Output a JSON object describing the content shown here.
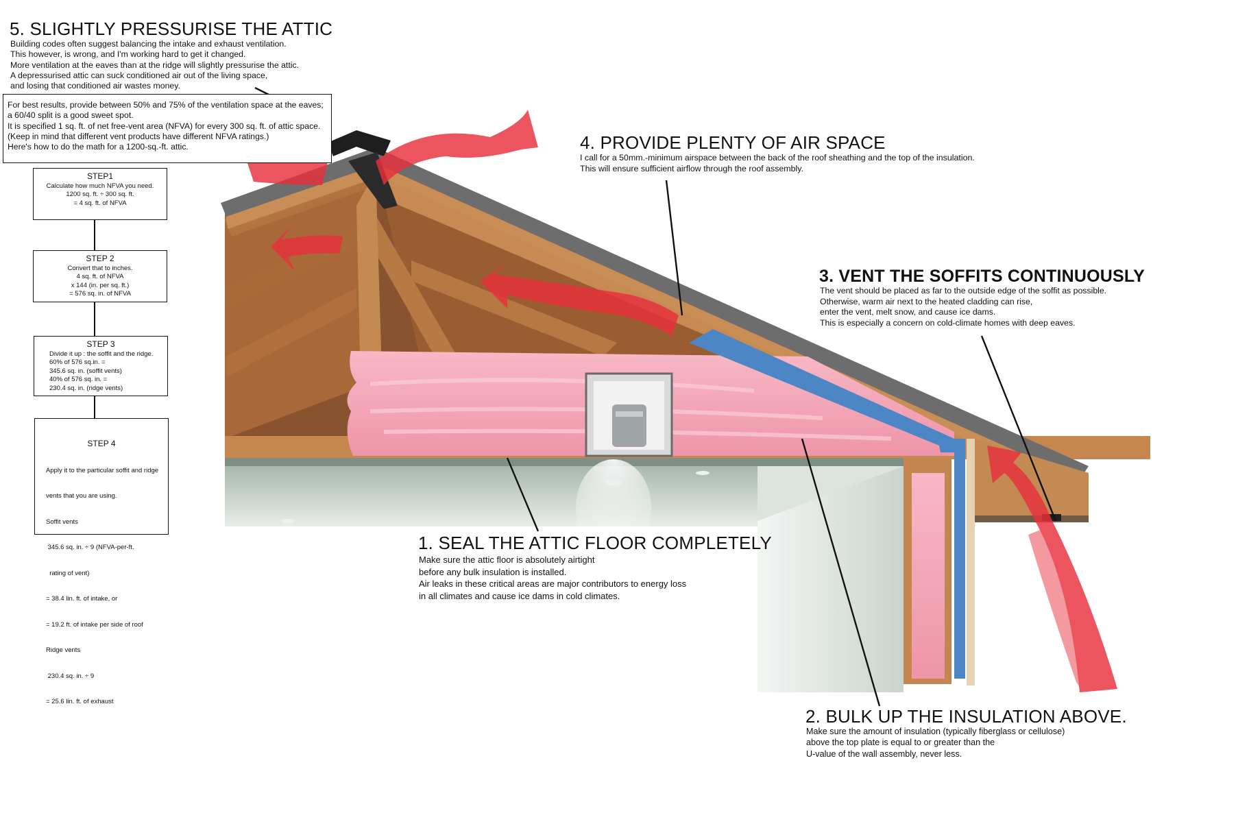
{
  "section5": {
    "title": "5. SLIGHTLY PRESSURISE THE ATTIC",
    "lines": [
      "Building codes often suggest balancing the intake and exhaust ventilation.",
      "This however, is wrong, and I'm working hard to get it changed.",
      "More ventilation at the eaves than at the ridge will slightly pressurise the attic.",
      "A depressurised attic can suck conditioned air out of the living space,",
      "and losing that conditioned air wastes money."
    ],
    "box_lines": [
      " For best results, provide between 50% and 75% of the ventilation space at the eaves;",
      "a 60/40 split is a good sweet spot.",
      "It is  specified 1 sq. ft. of net free-vent area (NFVA) for every 300 sq. ft. of attic space.",
      "(Keep in mind that different vent products have different NFVA ratings.)",
      "Here's how to do the math for a 1200-sq.-ft. attic."
    ]
  },
  "steps": [
    {
      "title": "STEP1",
      "lines": [
        "Calculate how much NFVA you need.",
        "1200 sq. ft. ÷ 300 sq. ft.",
        "= 4 sq. ft. of NFVA"
      ]
    },
    {
      "title": "STEP 2",
      "lines": [
        "Convert that to inches.",
        "4 sq. ft. of NFVA",
        "x 144 (in. per sq. ft.)",
        "= 576 sq. in. of NFVA"
      ]
    },
    {
      "title": "STEP 3",
      "lines": [
        "Divide it up : the soffit and the ridge.",
        "60% of 576 sq.in. =",
        "345.6 sq. in. (soffit vents)",
        "40% of 576 sq. in. =",
        "230.4 sq. in. (ridge vents)"
      ]
    },
    {
      "title": "STEP 4",
      "lines": [
        "Apply it to the particular soffit and ridge",
        "vents that you are using.",
        "Soffit vents",
        " 345.6 sq. in. ÷ 9 (NFVA-per-ft.",
        "  rating of vent)",
        "= 38.4 lin. ft. of intake, or",
        "= 19.2 ft. of intake per side of roof",
        "Ridge vents",
        " 230.4 sq. in. ÷ 9",
        "= 25.6 lin. ft. of exhaust"
      ]
    }
  ],
  "section4": {
    "title": "4. PROVIDE PLENTY OF AIR SPACE",
    "lines": [
      "I call for a 50mm.-minimum airspace between the back of the roof sheathing and the top of the insulation.",
      "This will ensure sufficient airflow through the roof assembly."
    ]
  },
  "section3": {
    "title": "3. VENT THE SOFFITS CONTINUOUSLY",
    "lines": [
      "The vent should be placed as far to the outside edge of the soffit as possible.",
      "Otherwise, warm air next to the heated cladding can rise,",
      "enter the vent, melt snow, and cause ice dams.",
      "This is especially a concern on cold-climate homes with deep eaves."
    ]
  },
  "section1": {
    "title": "1. SEAL THE ATTIC FLOOR COMPLETELY",
    "lines": [
      "Make sure the attic floor is absolutely airtight",
      "before any bulk insulation is installed.",
      "Air leaks in these critical areas are major contributors to energy loss",
      "in all climates and cause ice dams in cold climates."
    ]
  },
  "section2": {
    "title": "2. BULK UP THE INSULATION ABOVE.",
    "lines": [
      "Make sure the amount of insulation (typically fiberglass or cellulose)",
      "above the top plate is equal to or greater than the",
      "U-value of the wall assembly, never less."
    ]
  },
  "colors": {
    "wood": "#b9743f",
    "insulation": "#f4a2b3",
    "airflow": "#e8303c",
    "ceiling": "#cfdad0",
    "vapour_barrier": "#4d86c4"
  }
}
